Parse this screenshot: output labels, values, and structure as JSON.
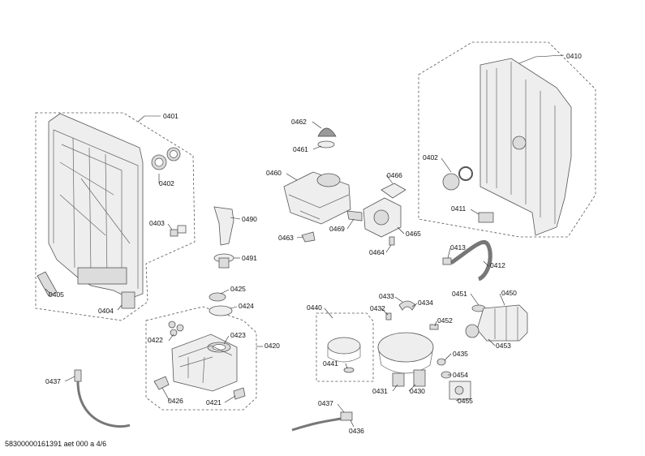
{
  "labels": {
    "p0401": "0401",
    "p0402a": "0402",
    "p0403": "0403",
    "p0404": "0404",
    "p0405": "0405",
    "p0410": "0410",
    "p0402b": "0402",
    "p0411": "0411",
    "p0413": "0413",
    "p0412": "0412",
    "p0462": "0462",
    "p0461": "0461",
    "p0460": "0460",
    "p0466": "0466",
    "p0469": "0469",
    "p0465": "0465",
    "p0463": "0463",
    "p0464": "0464",
    "p0490": "0490",
    "p0491": "0491",
    "p0425": "0425",
    "p0424": "0424",
    "p0422": "0422",
    "p0423": "0423",
    "p0420": "0420",
    "p0426": "0426",
    "p0421": "0421",
    "p0440": "0440",
    "p0441": "0441",
    "p0433": "0433",
    "p0432": "0432",
    "p0434": "0434",
    "p0452": "0452",
    "p0431": "0431",
    "p0430": "0430",
    "p0451": "0451",
    "p0450": "0450",
    "p0453": "0453",
    "p0435": "0435",
    "p0454": "0454",
    "p0455": "0455",
    "p0437a": "0437",
    "p0437b": "0437",
    "p0436": "0436"
  },
  "footer": "58300000161391 aet 000 a 4/6"
}
